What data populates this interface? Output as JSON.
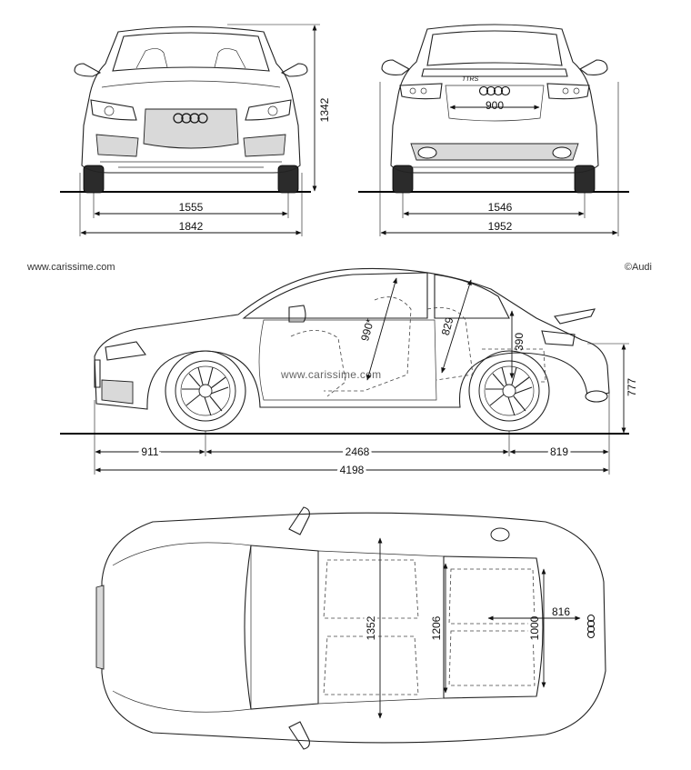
{
  "figure": {
    "watermark_site": "www.carissime.com",
    "watermark_center": "www.carissime.com",
    "copyright": "©Audi",
    "badge_rear": "TTRS",
    "front_view": {
      "height": "1342",
      "track": "1555",
      "width": "1842"
    },
    "rear_view": {
      "track": "1546",
      "width_mirrors": "1952",
      "trunk_width": "900"
    },
    "side_view": {
      "front_overhang": "911",
      "wheelbase": "2468",
      "rear_overhang": "819",
      "length": "4198",
      "front_headroom": "990*",
      "rear_headroom": "829",
      "trunk_height": "390",
      "loading_sill": "777"
    },
    "top_view": {
      "front_shoulder": "1352",
      "rear_shoulder": "1206",
      "trunk_width": "1000",
      "trunk_length": "816"
    }
  }
}
